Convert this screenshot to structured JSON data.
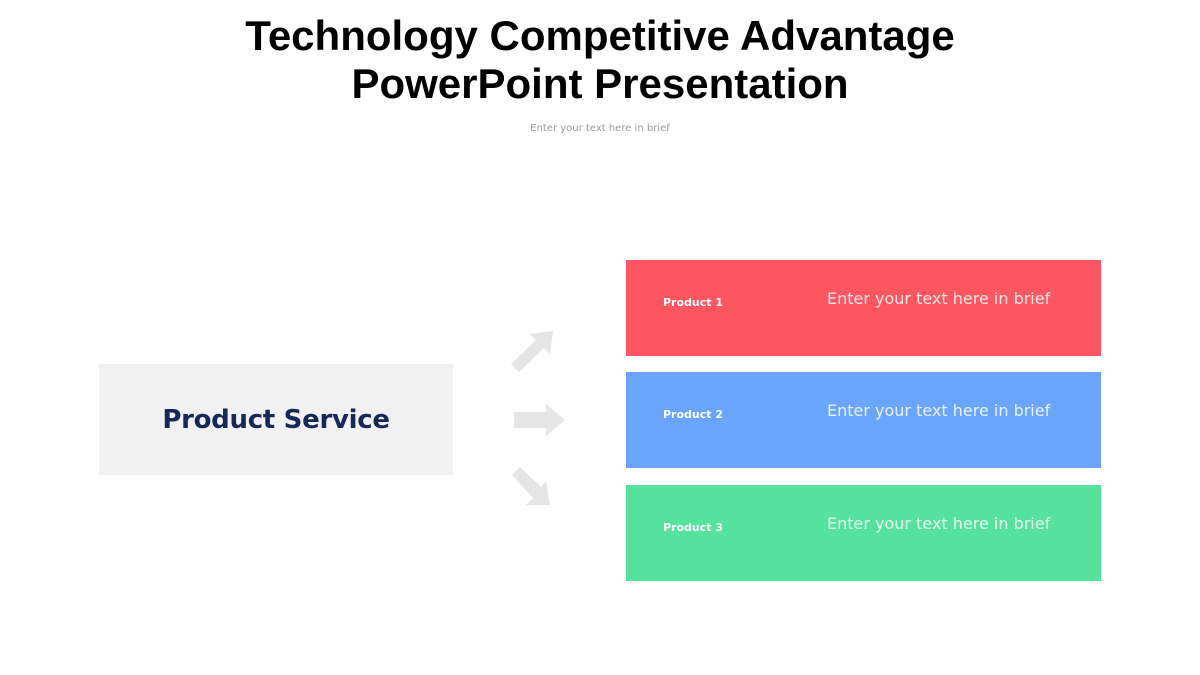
{
  "slide": {
    "title_line1": "Technology Competitive Advantage",
    "title_line2": "PowerPoint Presentation",
    "subtitle": "Enter your text here in brief"
  },
  "center": {
    "label": "Product Service",
    "background": "#f1f1f1",
    "text_color": "#14295a"
  },
  "arrows": [
    {
      "direction": "up-right",
      "icon": "arrow-up-right-icon"
    },
    {
      "direction": "right",
      "icon": "arrow-right-icon"
    },
    {
      "direction": "down-right",
      "icon": "arrow-down-right-icon"
    }
  ],
  "products": [
    {
      "label": "Product 1",
      "text": "Enter your text here in brief",
      "color": "#fe5660"
    },
    {
      "label": "Product 2",
      "text": "Enter your text here in brief",
      "color": "#6aa5fd"
    },
    {
      "label": "Product 3",
      "text": "Enter your text here in brief",
      "color": "#55e29d"
    }
  ]
}
